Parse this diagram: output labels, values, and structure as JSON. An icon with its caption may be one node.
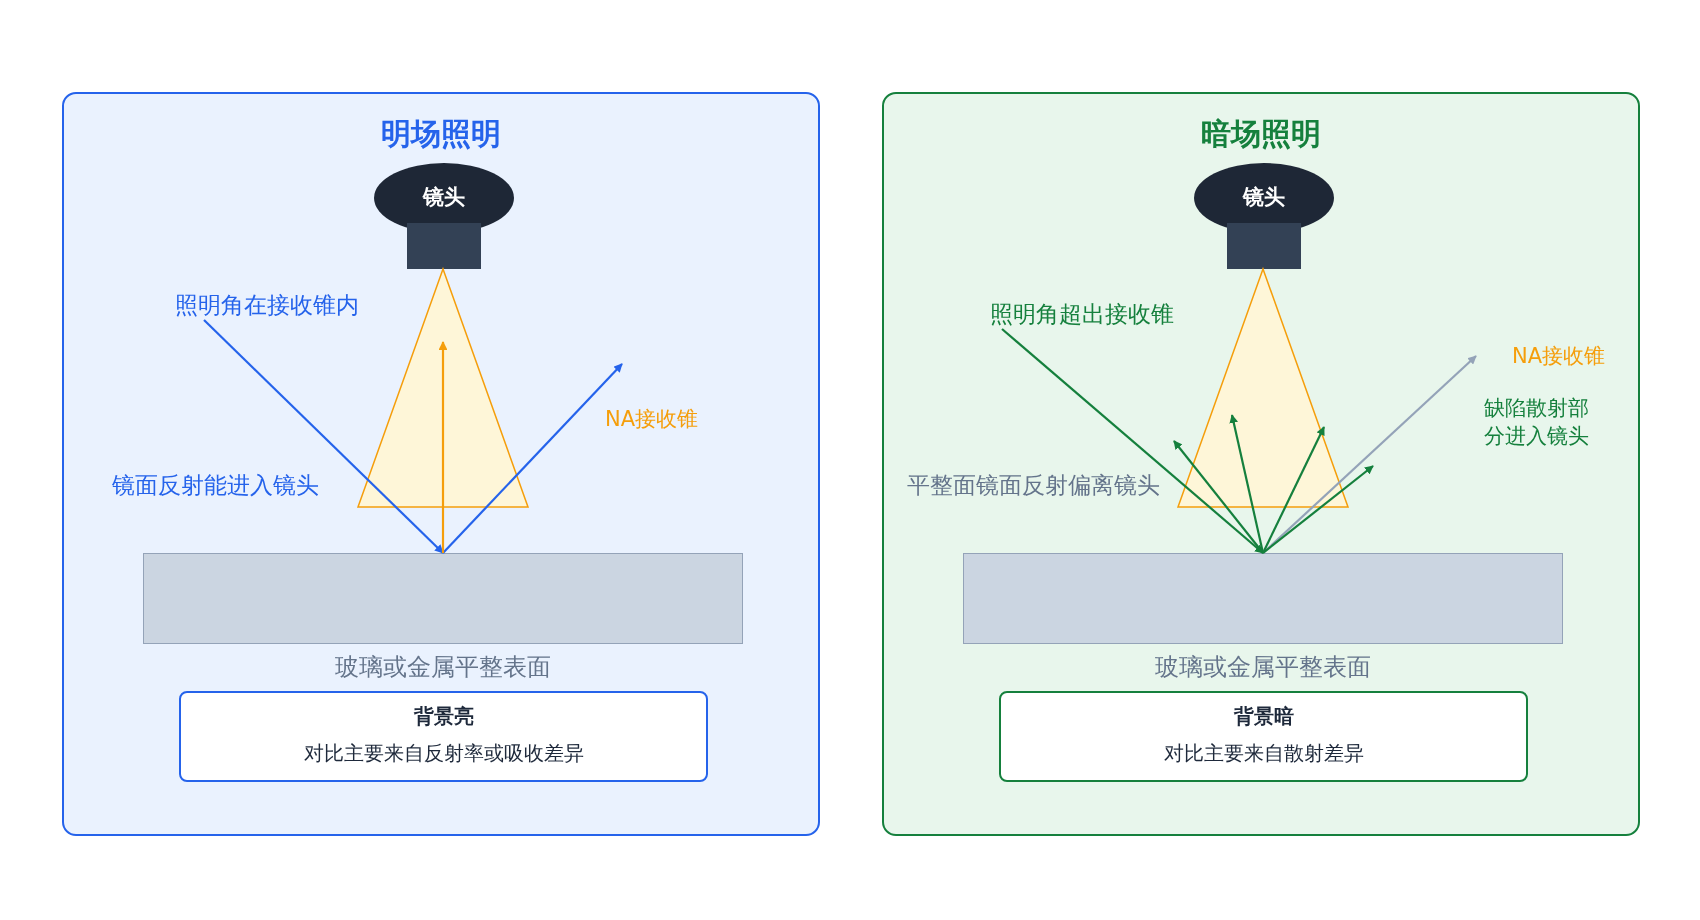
{
  "diagram": {
    "nodes": [
      {
        "text": [
          "明场照明"
        ]
      },
      {
        "text": [
          "镜头"
        ],
        "in": 0
      },
      {
        "text": [
          "照明角在接收锥内"
        ],
        "in": 0
      },
      {
        "text": [
          "玻璃或金属平整表面"
        ],
        "in": 0
      },
      {
        "text": [
          "背景亮",
          "对比主要来自反射率或吸收差异"
        ],
        "in": 0
      },
      {
        "text": [
          "暗场照明"
        ]
      },
      {
        "text": [
          "镜头"
        ],
        "in": 5
      },
      {
        "text": [
          "照明角超出接收锥"
        ],
        "in": 5
      },
      {
        "text": [
          "玻璃或金属平整表面"
        ],
        "in": 5
      },
      {
        "text": [
          "背景暗",
          "对比主要来自散射差异"
        ],
        "in": 5
      }
    ],
    "edges": [
      {
        "from": 2,
        "to": 3,
        "arrow": "to",
        "color": "#2563eb"
      },
      {
        "from": 3,
        "to": null,
        "arrow": "to",
        "color": "#2563eb"
      },
      {
        "from": 3,
        "to": null,
        "arrow": "to",
        "color": "#f59e0b"
      },
      {
        "from": 7,
        "to": 8,
        "arrow": "to",
        "color": "#15803d"
      },
      {
        "from": 8,
        "to": null,
        "arrow": "to",
        "color": "#94a3b8"
      },
      {
        "from": 8,
        "to": null,
        "arrow": "to",
        "color": "#15803d"
      },
      {
        "from": 8,
        "to": null,
        "arrow": "to",
        "color": "#15803d"
      },
      {
        "from": 8,
        "to": null,
        "arrow": "to",
        "color": "#15803d"
      },
      {
        "from": 8,
        "to": null,
        "arrow": "to",
        "color": "#15803d"
      }
    ],
    "labels": [
      "NA接收锥",
      "镜面反射能进入镜头",
      "NA接收锥",
      "缺陷散射部分进入镜头",
      "平整面镜面反射偏离镜头"
    ]
  }
}
